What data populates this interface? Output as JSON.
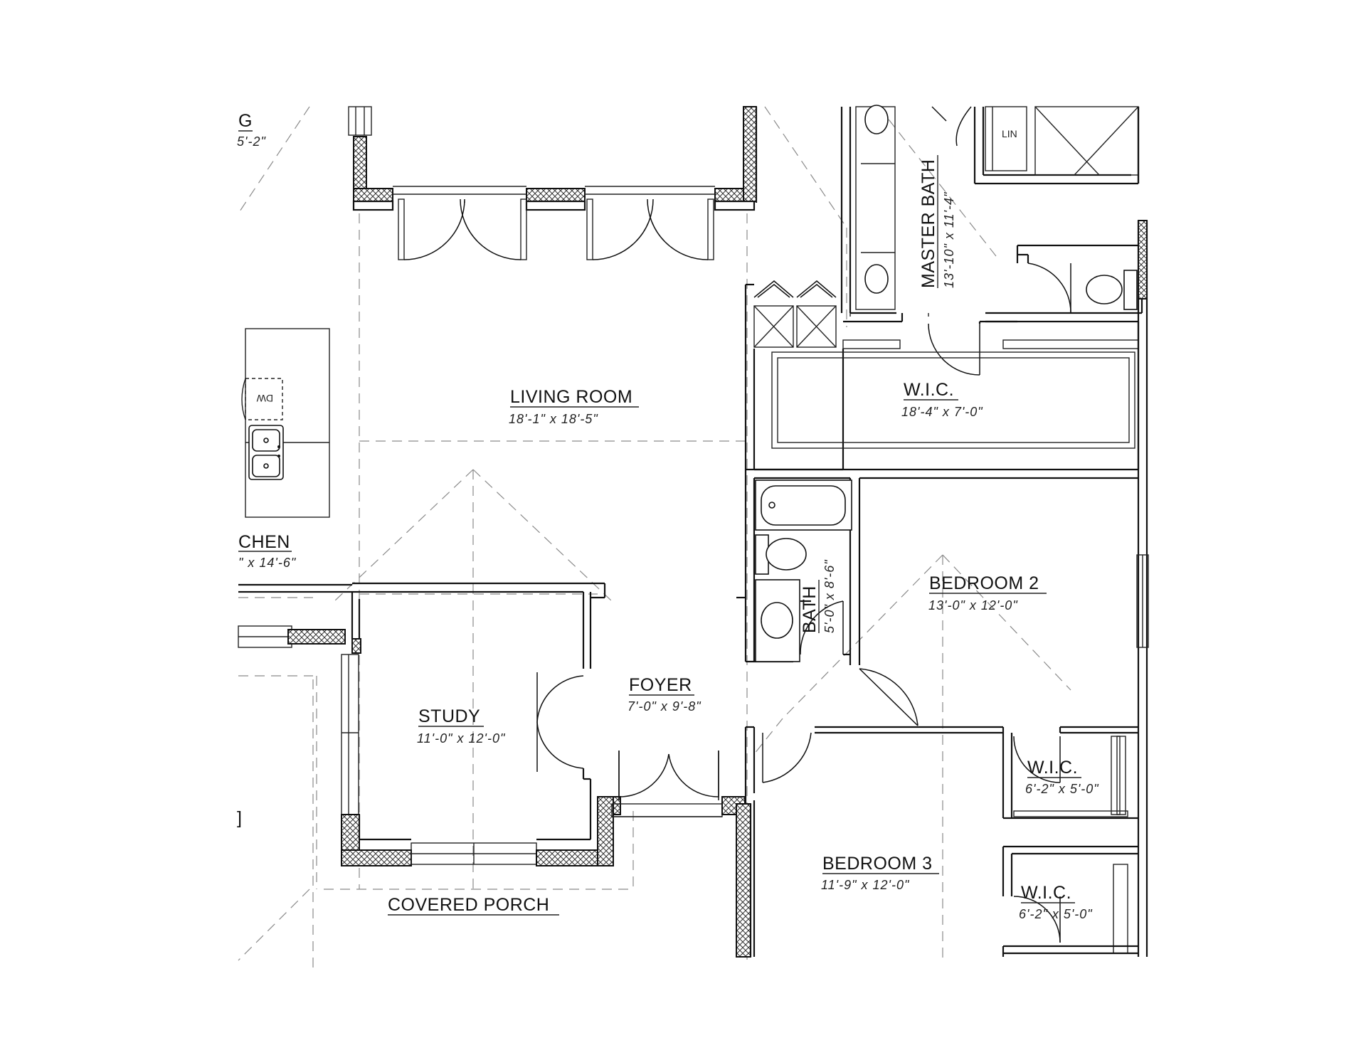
{
  "rooms": {
    "dining_partial": {
      "name": "G",
      "dims": "5'-2\""
    },
    "kitchen_partial": {
      "name": "CHEN",
      "dims": "\" x 14'-6\""
    },
    "living_room": {
      "name": "LIVING ROOM",
      "dims": "18'-1\" x 18'-5\""
    },
    "master_bath": {
      "name": "MASTER BATH",
      "dims": "13'-10\" x 11'-4\""
    },
    "wic_master": {
      "name": "W.I.C.",
      "dims": "18'-4\" x 7'-0\""
    },
    "bath": {
      "name": "BATH",
      "dims": "5'-0\" x 8'-6\""
    },
    "bedroom_2": {
      "name": "BEDROOM 2",
      "dims": "13'-0\" x 12'-0\""
    },
    "foyer": {
      "name": "FOYER",
      "dims": "7'-0\" x 9'-8\""
    },
    "study": {
      "name": "STUDY",
      "dims": "11'-0\" x 12'-0\""
    },
    "wic_2": {
      "name": "W.I.C.",
      "dims": "6'-2\" x 5'-0\""
    },
    "bedroom_3": {
      "name": "BEDROOM 3",
      "dims": "11'-9\" x 12'-0\""
    },
    "wic_3": {
      "name": "W.I.C.",
      "dims": "6'-2\" x 5'-0\""
    },
    "covered_porch": {
      "name": "COVERED PORCH"
    }
  },
  "fixtures": {
    "dishwasher": "DW",
    "linen": "LIN",
    "sink": "SINK",
    "bracket": "]"
  },
  "colors": {
    "line": "#111111",
    "dashed": "#8a8a8a",
    "background": "#ffffff"
  }
}
